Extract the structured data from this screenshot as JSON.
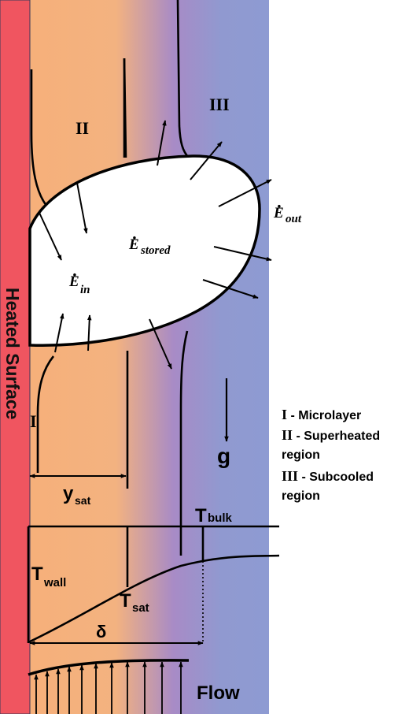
{
  "heated_surface": {
    "label": "Heated Surface"
  },
  "regions": {
    "i": "I",
    "ii": "II",
    "iii": "III"
  },
  "energy": {
    "dot": "·",
    "e": "E",
    "in": "in",
    "stored": "stored",
    "out": "out"
  },
  "gravity": "g",
  "legend": {
    "i_num": "I",
    "i_text": " - Microlayer",
    "ii_num": "II",
    "ii_text": " - Superheated",
    "ii_text2": "region",
    "iii_num": "III",
    "iii_text": " - Subcooled",
    "iii_text2": "region"
  },
  "profile": {
    "y_main": "y",
    "y_sub": "sat",
    "tbulk_main": "T",
    "tbulk_sub": "bulk",
    "twall_main": "T",
    "twall_sub": "wall",
    "tsat_main": "T",
    "tsat_sub": "sat",
    "delta": "δ"
  },
  "flow": {
    "label": "Flow"
  },
  "colors": {
    "wall": "#f05560",
    "liquid_hot": "#f6b27c",
    "liquid_mid": "#a88cc8",
    "liquid_cold": "#8f9bd1",
    "ink": "#000000"
  }
}
